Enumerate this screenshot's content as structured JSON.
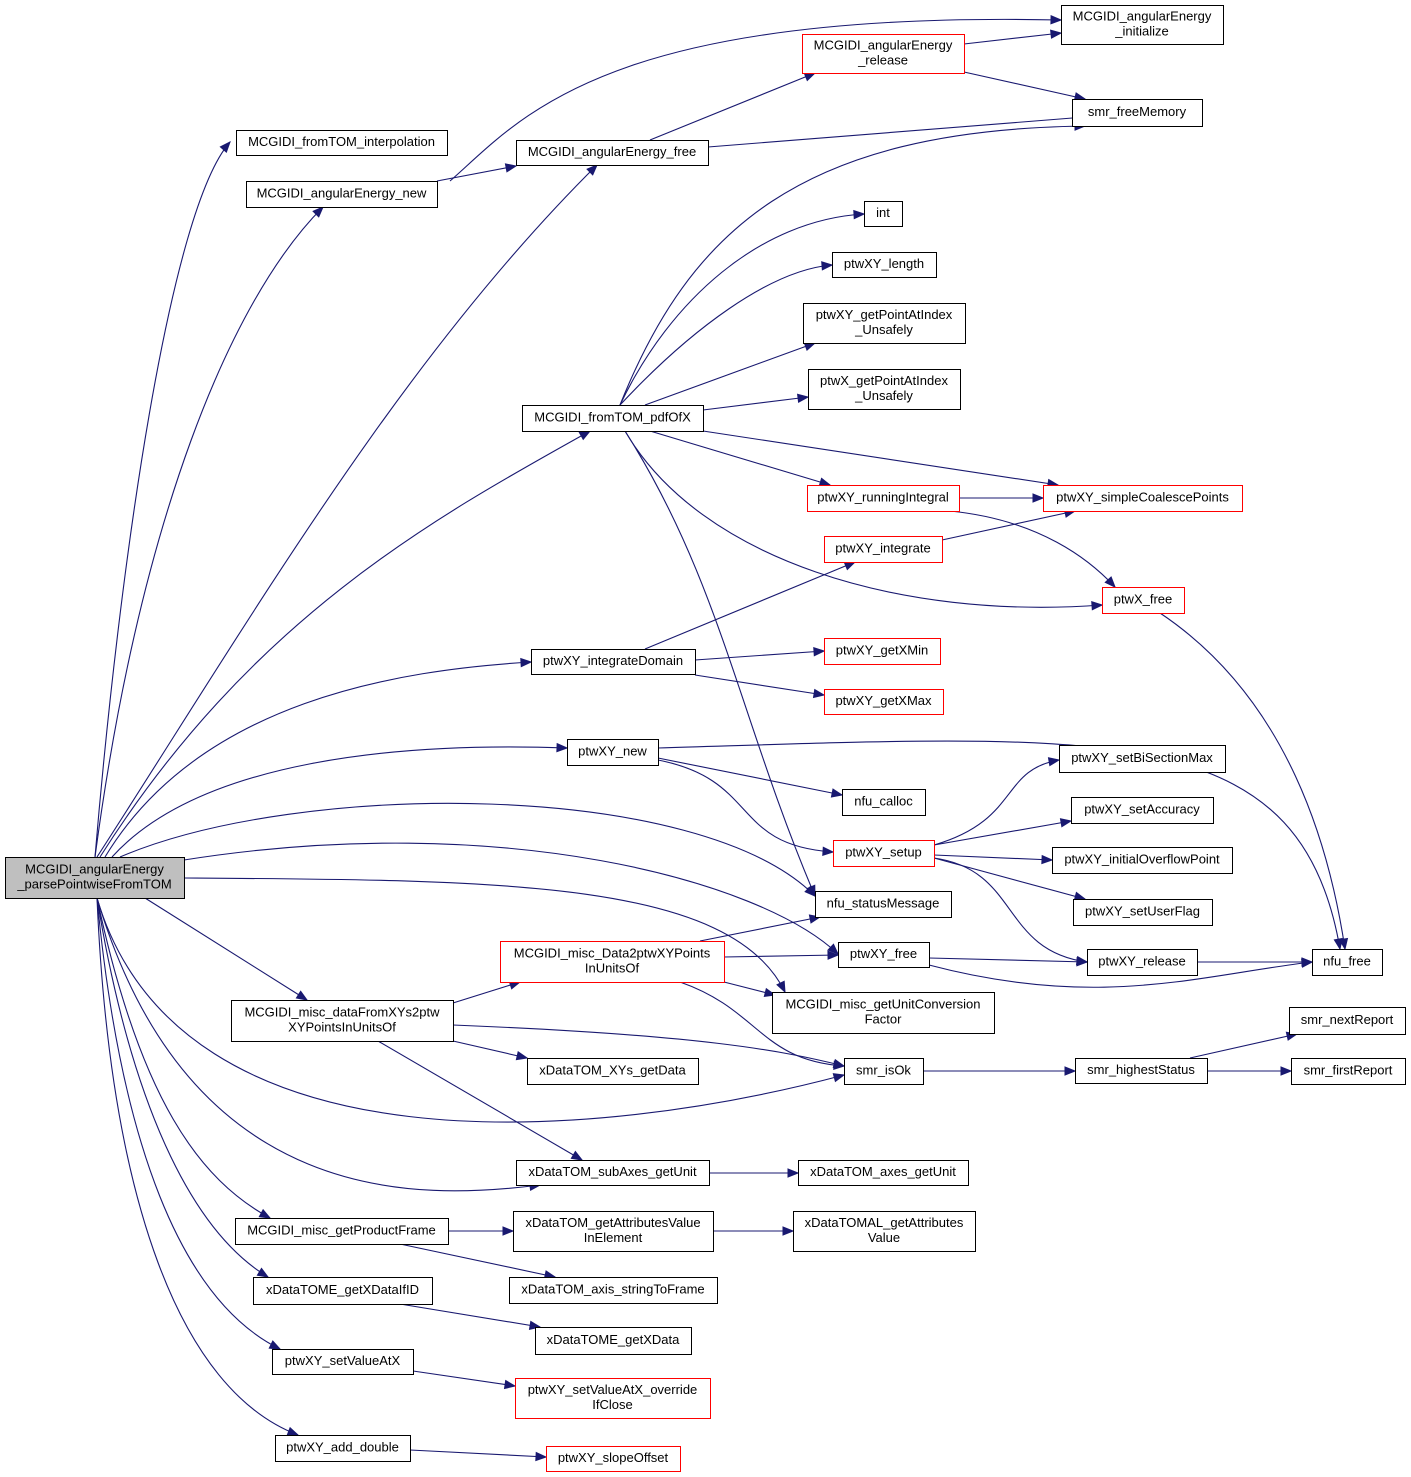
{
  "colors": {
    "edge": "#191970",
    "node_border": "#000000",
    "node_border_truncated": "#ff0000",
    "root_fill": "#bfbfbf",
    "node_fill": "#ffffff"
  },
  "nodes": {
    "root": {
      "lines": [
        "MCGIDI_angularEnergy",
        "_parsePointwiseFromTOM"
      ],
      "style": "root"
    },
    "init": {
      "lines": [
        "MCGIDI_angularEnergy",
        "_initialize"
      ],
      "style": "normal"
    },
    "release_ae": {
      "lines": [
        "MCGIDI_angularEnergy",
        "_release"
      ],
      "style": "truncated"
    },
    "smr_freeMemory": {
      "lines": [
        "smr_freeMemory"
      ],
      "style": "normal"
    },
    "interp": {
      "lines": [
        "MCGIDI_fromTOM_interpolation"
      ],
      "style": "normal"
    },
    "ae_free": {
      "lines": [
        "MCGIDI_angularEnergy_free"
      ],
      "style": "normal"
    },
    "ae_new": {
      "lines": [
        "MCGIDI_angularEnergy_new"
      ],
      "style": "normal"
    },
    "int": {
      "lines": [
        "int"
      ],
      "style": "normal"
    },
    "ptwXY_length": {
      "lines": [
        "ptwXY_length"
      ],
      "style": "normal"
    },
    "ptwXY_gpai": {
      "lines": [
        "ptwXY_getPointAtIndex",
        "_Unsafely"
      ],
      "style": "normal"
    },
    "ptwX_gpai": {
      "lines": [
        "ptwX_getPointAtIndex",
        "_Unsafely"
      ],
      "style": "normal"
    },
    "pdfOfX": {
      "lines": [
        "MCGIDI_fromTOM_pdfOfX"
      ],
      "style": "normal"
    },
    "runInt": {
      "lines": [
        "ptwXY_runningIntegral"
      ],
      "style": "truncated"
    },
    "coalesce": {
      "lines": [
        "ptwXY_simpleCoalescePoints"
      ],
      "style": "truncated"
    },
    "integrate": {
      "lines": [
        "ptwXY_integrate"
      ],
      "style": "truncated"
    },
    "ptwX_free": {
      "lines": [
        "ptwX_free"
      ],
      "style": "truncated"
    },
    "intDomain": {
      "lines": [
        "ptwXY_integrateDomain"
      ],
      "style": "normal"
    },
    "getXMin": {
      "lines": [
        "ptwXY_getXMin"
      ],
      "style": "truncated"
    },
    "getXMax": {
      "lines": [
        "ptwXY_getXMax"
      ],
      "style": "truncated"
    },
    "ptwXY_new": {
      "lines": [
        "ptwXY_new"
      ],
      "style": "normal"
    },
    "setBiSec": {
      "lines": [
        "ptwXY_setBiSectionMax"
      ],
      "style": "normal"
    },
    "nfu_calloc": {
      "lines": [
        "nfu_calloc"
      ],
      "style": "normal"
    },
    "setAcc": {
      "lines": [
        "ptwXY_setAccuracy"
      ],
      "style": "normal"
    },
    "setup": {
      "lines": [
        "ptwXY_setup"
      ],
      "style": "truncated"
    },
    "initOverflow": {
      "lines": [
        "ptwXY_initialOverflowPoint"
      ],
      "style": "normal"
    },
    "statusMsg": {
      "lines": [
        "nfu_statusMessage"
      ],
      "style": "normal"
    },
    "setUserFlag": {
      "lines": [
        "ptwXY_setUserFlag"
      ],
      "style": "normal"
    },
    "data2ptw": {
      "lines": [
        "MCGIDI_misc_Data2ptwXYPoints",
        "InUnitsOf"
      ],
      "style": "truncated"
    },
    "ptwXY_free": {
      "lines": [
        "ptwXY_free"
      ],
      "style": "normal"
    },
    "ptwXY_release": {
      "lines": [
        "ptwXY_release"
      ],
      "style": "normal"
    },
    "nfu_free": {
      "lines": [
        "nfu_free"
      ],
      "style": "normal"
    },
    "dataFromXYs": {
      "lines": [
        "MCGIDI_misc_dataFromXYs2ptw",
        "XYPointsInUnitsOf"
      ],
      "style": "normal"
    },
    "unitConv": {
      "lines": [
        "MCGIDI_misc_getUnitConversion",
        "Factor"
      ],
      "style": "normal"
    },
    "nextReport": {
      "lines": [
        "smr_nextReport"
      ],
      "style": "normal"
    },
    "xyGetData": {
      "lines": [
        "xDataTOM_XYs_getData"
      ],
      "style": "normal"
    },
    "smr_isOk": {
      "lines": [
        "smr_isOk"
      ],
      "style": "normal"
    },
    "highest": {
      "lines": [
        "smr_highestStatus"
      ],
      "style": "normal"
    },
    "firstReport": {
      "lines": [
        "smr_firstReport"
      ],
      "style": "normal"
    },
    "subAxes": {
      "lines": [
        "xDataTOM_subAxes_getUnit"
      ],
      "style": "normal"
    },
    "axesGetUnit": {
      "lines": [
        "xDataTOM_axes_getUnit"
      ],
      "style": "normal"
    },
    "prodFrame": {
      "lines": [
        "MCGIDI_misc_getProductFrame"
      ],
      "style": "normal"
    },
    "attrElem": {
      "lines": [
        "xDataTOM_getAttributesValue",
        "InElement"
      ],
      "style": "normal"
    },
    "attrVal": {
      "lines": [
        "xDataTOMAL_getAttributes",
        "Value"
      ],
      "style": "normal"
    },
    "xDataIfID": {
      "lines": [
        "xDataTOME_getXDataIfID"
      ],
      "style": "normal"
    },
    "strToFrame": {
      "lines": [
        "xDataTOM_axis_stringToFrame"
      ],
      "style": "normal"
    },
    "getXData": {
      "lines": [
        "xDataTOME_getXData"
      ],
      "style": "normal"
    },
    "setValAtX": {
      "lines": [
        "ptwXY_setValueAtX"
      ],
      "style": "normal"
    },
    "setValOverride": {
      "lines": [
        "ptwXY_setValueAtX_override",
        "IfClose"
      ],
      "style": "truncated"
    },
    "addDouble": {
      "lines": [
        "ptwXY_add_double"
      ],
      "style": "normal"
    },
    "slopeOffset": {
      "lines": [
        "ptwXY_slopeOffset"
      ],
      "style": "truncated"
    }
  },
  "edges": [
    [
      "root",
      "interp"
    ],
    [
      "root",
      "ae_new"
    ],
    [
      "root",
      "ae_free"
    ],
    [
      "root",
      "pdfOfX"
    ],
    [
      "root",
      "intDomain"
    ],
    [
      "root",
      "ptwXY_new"
    ],
    [
      "root",
      "statusMsg"
    ],
    [
      "root",
      "ptwXY_free"
    ],
    [
      "root",
      "unitConv"
    ],
    [
      "root",
      "dataFromXYs"
    ],
    [
      "root",
      "smr_isOk"
    ],
    [
      "root",
      "subAxes"
    ],
    [
      "root",
      "prodFrame"
    ],
    [
      "root",
      "xDataIfID"
    ],
    [
      "root",
      "setValAtX"
    ],
    [
      "root",
      "addDouble"
    ],
    [
      "ae_new",
      "init"
    ],
    [
      "ae_new",
      "ae_free"
    ],
    [
      "ae_free",
      "release_ae"
    ],
    [
      "ae_free",
      "smr_freeMemory"
    ],
    [
      "release_ae",
      "init"
    ],
    [
      "release_ae",
      "smr_freeMemory"
    ],
    [
      "pdfOfX",
      "smr_freeMemory"
    ],
    [
      "pdfOfX",
      "int"
    ],
    [
      "pdfOfX",
      "ptwXY_length"
    ],
    [
      "pdfOfX",
      "ptwXY_gpai"
    ],
    [
      "pdfOfX",
      "ptwX_gpai"
    ],
    [
      "pdfOfX",
      "coalesce"
    ],
    [
      "pdfOfX",
      "runInt"
    ],
    [
      "pdfOfX",
      "ptwX_free"
    ],
    [
      "pdfOfX",
      "statusMsg"
    ],
    [
      "runInt",
      "coalesce"
    ],
    [
      "runInt",
      "ptwX_free"
    ],
    [
      "integrate",
      "coalesce"
    ],
    [
      "intDomain",
      "integrate"
    ],
    [
      "intDomain",
      "getXMin"
    ],
    [
      "intDomain",
      "getXMax"
    ],
    [
      "ptwXY_new",
      "nfu_free"
    ],
    [
      "ptwXY_new",
      "nfu_calloc"
    ],
    [
      "ptwXY_new",
      "setup"
    ],
    [
      "ptwX_free",
      "nfu_free"
    ],
    [
      "setup",
      "setBiSec"
    ],
    [
      "setup",
      "setAcc"
    ],
    [
      "setup",
      "initOverflow"
    ],
    [
      "setup",
      "setUserFlag"
    ],
    [
      "setup",
      "ptwXY_release"
    ],
    [
      "data2ptw",
      "statusMsg"
    ],
    [
      "data2ptw",
      "ptwXY_free"
    ],
    [
      "data2ptw",
      "unitConv"
    ],
    [
      "data2ptw",
      "smr_isOk"
    ],
    [
      "ptwXY_free",
      "ptwXY_release"
    ],
    [
      "ptwXY_free",
      "nfu_free"
    ],
    [
      "ptwXY_release",
      "nfu_free"
    ],
    [
      "dataFromXYs",
      "data2ptw"
    ],
    [
      "dataFromXYs",
      "xyGetData"
    ],
    [
      "dataFromXYs",
      "smr_isOk"
    ],
    [
      "dataFromXYs",
      "subAxes"
    ],
    [
      "smr_isOk",
      "highest"
    ],
    [
      "highest",
      "nextReport"
    ],
    [
      "highest",
      "firstReport"
    ],
    [
      "subAxes",
      "axesGetUnit"
    ],
    [
      "prodFrame",
      "attrElem"
    ],
    [
      "prodFrame",
      "strToFrame"
    ],
    [
      "attrElem",
      "attrVal"
    ],
    [
      "xDataIfID",
      "getXData"
    ],
    [
      "setValAtX",
      "setValOverride"
    ],
    [
      "addDouble",
      "slopeOffset"
    ]
  ]
}
